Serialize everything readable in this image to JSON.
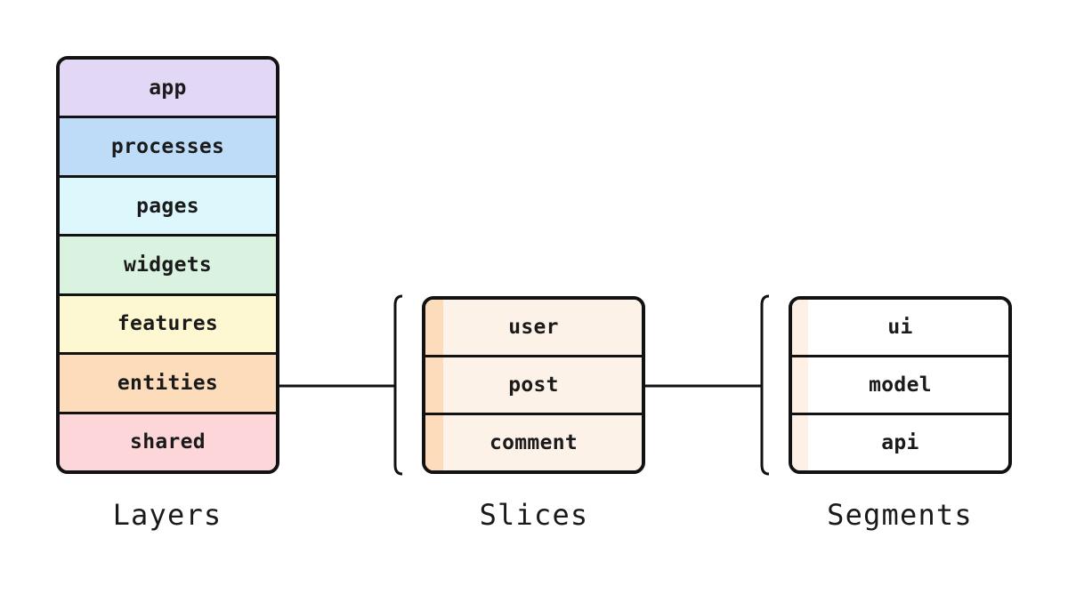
{
  "layers": {
    "label": "Layers",
    "items": [
      {
        "label": "app",
        "color": "#e2d8f6"
      },
      {
        "label": "processes",
        "color": "#bedcf8"
      },
      {
        "label": "pages",
        "color": "#dcf8fc"
      },
      {
        "label": "widgets",
        "color": "#d9f3e0"
      },
      {
        "label": "features",
        "color": "#fef8d2"
      },
      {
        "label": "entities",
        "color": "#fddcbc"
      },
      {
        "label": "shared",
        "color": "#fdd6da"
      }
    ]
  },
  "slices": {
    "label": "Slices",
    "fill_color": "#fdf2e8",
    "accent_color": "#fddcbc",
    "items": [
      {
        "label": "user"
      },
      {
        "label": "post"
      },
      {
        "label": "comment"
      }
    ]
  },
  "segments": {
    "label": "Segments",
    "fill_color": "#ffffff",
    "accent_color": "#fef0e4",
    "items": [
      {
        "label": "ui"
      },
      {
        "label": "model"
      },
      {
        "label": "api"
      }
    ]
  }
}
